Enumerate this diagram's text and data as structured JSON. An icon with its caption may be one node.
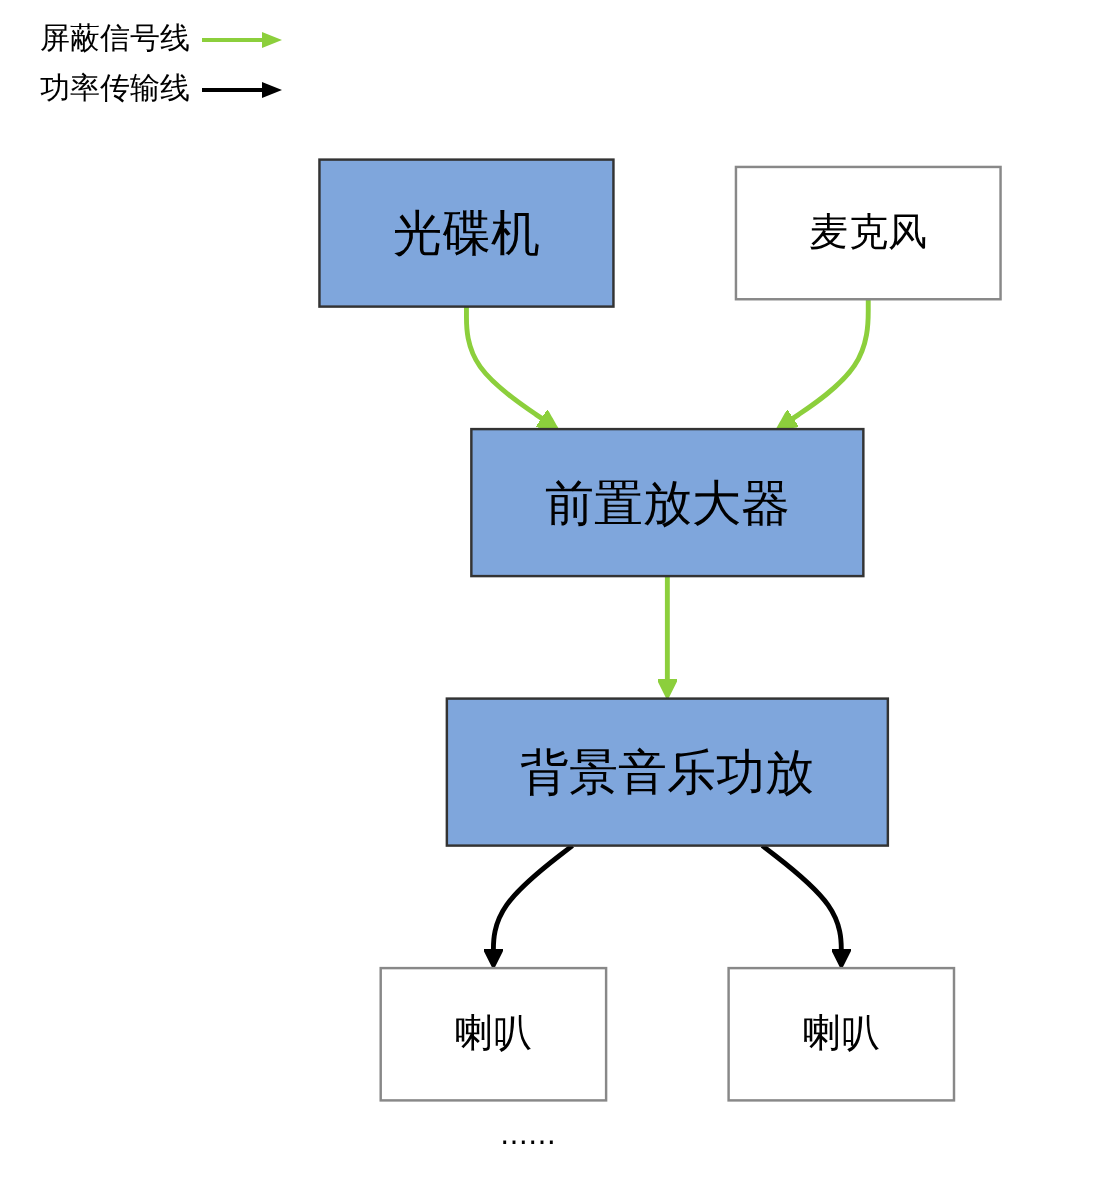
{
  "diagram": {
    "nodes": [
      {
        "text": [
          "光碟机"
        ]
      },
      {
        "text": [
          "前置放大器"
        ]
      },
      {
        "text": [
          "麦克风"
        ]
      },
      {
        "text": [
          "背景音乐功放"
        ]
      },
      {
        "text": [
          "喇叭"
        ]
      },
      {
        "text": [
          "喇叭"
        ]
      }
    ],
    "edges": [
      {
        "from": 0,
        "to": 1,
        "arrow": "to"
      },
      {
        "from": 2,
        "to": 1,
        "arrow": "to"
      },
      {
        "from": 1,
        "to": 3,
        "arrow": "to"
      },
      {
        "from": 3,
        "to": 4,
        "arrow": "to",
        "color": "#000000"
      },
      {
        "from": 3,
        "to": 5,
        "arrow": "to",
        "color": "#000000"
      }
    ],
    "labels": [
      "……"
    ],
    "legend": [
      {
        "text": "屏蔽信号线"
      },
      {
        "text": "功率传输线"
      }
    ]
  }
}
